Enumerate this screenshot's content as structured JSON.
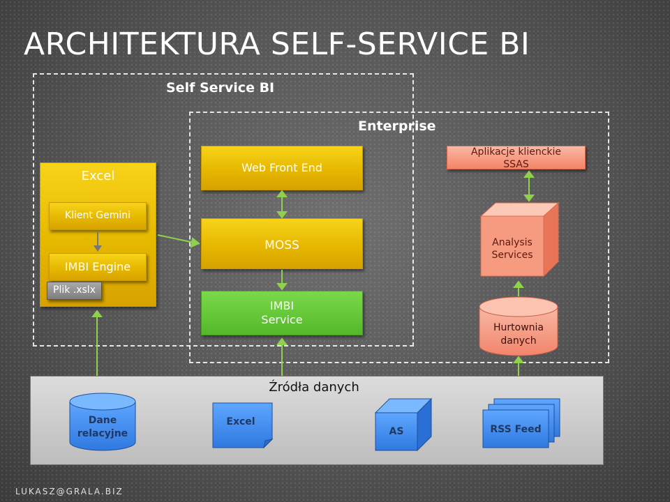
{
  "title": "ARCHITEKTURA SELF-SERVICE BI",
  "footer": "LUKASZ@GRALA.BIZ",
  "regions": {
    "self_service": "Self Service BI",
    "enterprise": "Enterprise"
  },
  "excel_group": {
    "title": "Excel",
    "klient": "Klient Gemini",
    "engine": "IMBI Engine",
    "file": "Plik .xslx"
  },
  "server": {
    "web_front_end": "Web Front End",
    "moss": "MOSS",
    "imbi_service_line1": "IMBI",
    "imbi_service_line2": "Service"
  },
  "enterprise_group": {
    "client_apps_line1": "Aplikacje klienckie",
    "client_apps_line2": "SSAS",
    "analysis_line1": "Analysis",
    "analysis_line2": "Services",
    "warehouse_line1": "Hurtownia",
    "warehouse_line2": "danych"
  },
  "sources": {
    "title": "Źródła danych",
    "relational_line1": "Dane",
    "relational_line2": "relacyjne",
    "excel": "Excel",
    "as": "AS",
    "rss": "RSS Feed"
  },
  "colors": {
    "yellow": "#f2c40f",
    "green": "#5ec232",
    "salmon": "#f4957a",
    "arrow_green": "#8fd14f",
    "navy": "#1f3864",
    "source_blue": "#4a8ff0"
  }
}
